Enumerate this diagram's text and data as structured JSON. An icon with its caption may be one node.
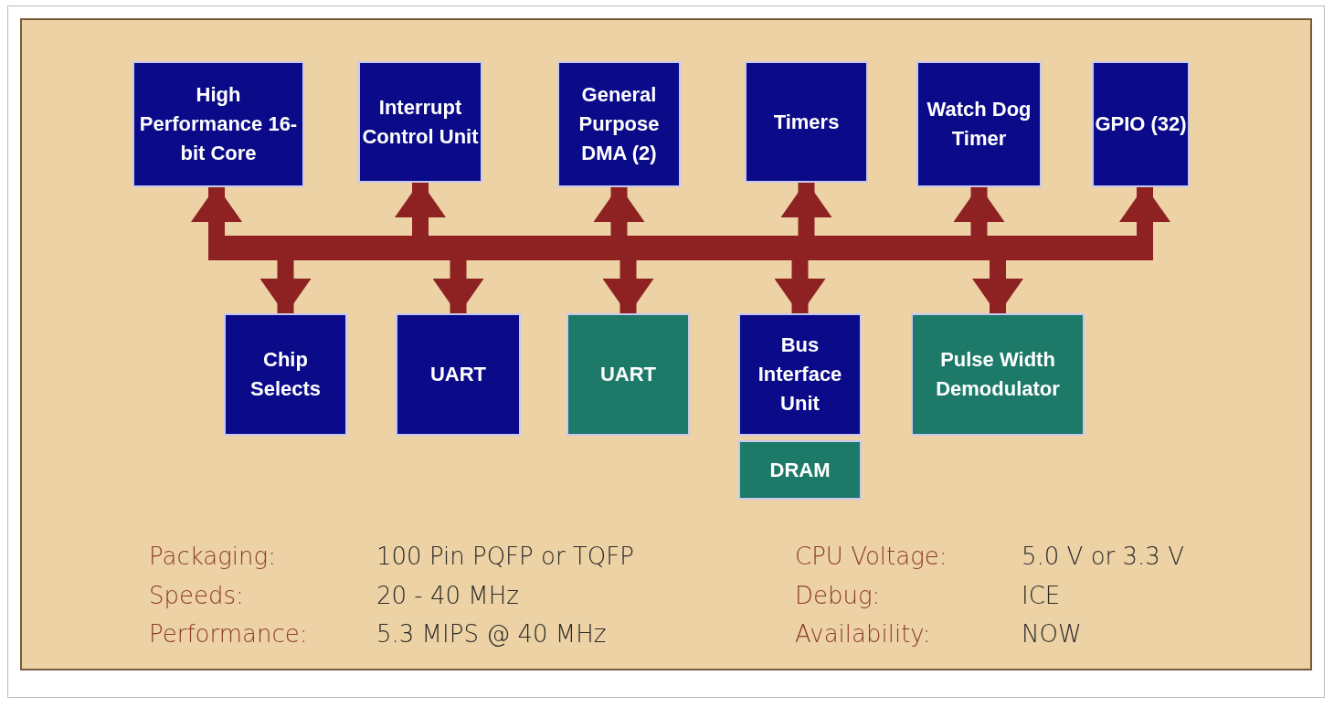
{
  "diagram": {
    "nodes": [
      {
        "text": [
          "High Performance 16-bit Core"
        ]
      },
      {
        "text": [
          "Interrupt Control Unit"
        ]
      },
      {
        "text": [
          "General Purpose DMA (2)"
        ]
      },
      {
        "text": [
          "Timers"
        ]
      },
      {
        "text": [
          "Watch Dog Timer"
        ]
      },
      {
        "text": [
          "GPIO (32)"
        ]
      },
      {
        "text": [],
        "shape": "bar"
      },
      {
        "text": [
          "Chip Selects"
        ]
      },
      {
        "text": [
          "UART"
        ]
      },
      {
        "text": [
          "UART"
        ]
      },
      {
        "text": [
          "Bus Interface Unit"
        ]
      },
      {
        "text": [
          "DRAM"
        ]
      },
      {
        "text": [
          "Pulse Width Demodulator"
        ]
      }
    ],
    "edges": [
      {
        "from": 6,
        "to": 0,
        "arrow": "to"
      },
      {
        "from": 6,
        "to": 1,
        "arrow": "to"
      },
      {
        "from": 6,
        "to": 2,
        "arrow": "to"
      },
      {
        "from": 6,
        "to": 3,
        "arrow": "to"
      },
      {
        "from": 6,
        "to": 4,
        "arrow": "to"
      },
      {
        "from": 6,
        "to": 5,
        "arrow": "to"
      },
      {
        "from": 6,
        "to": 7,
        "arrow": "to"
      },
      {
        "from": 6,
        "to": 8,
        "arrow": "to"
      },
      {
        "from": 6,
        "to": 9,
        "arrow": "to"
      },
      {
        "from": 6,
        "to": 10,
        "arrow": "to"
      },
      {
        "from": 6,
        "to": 12,
        "arrow": "to"
      }
    ],
    "labels": [
      "Packaging:",
      "100 Pin PQFP or TQFP",
      "CPU Voltage:",
      "5.0 V or 3.3 V",
      "Speeds:",
      "20 - 40 MHz",
      "Debug:",
      "ICE",
      "Performance:",
      "5.3 MIPS @ 40 MHz",
      "Availability:",
      "NOW"
    ]
  }
}
